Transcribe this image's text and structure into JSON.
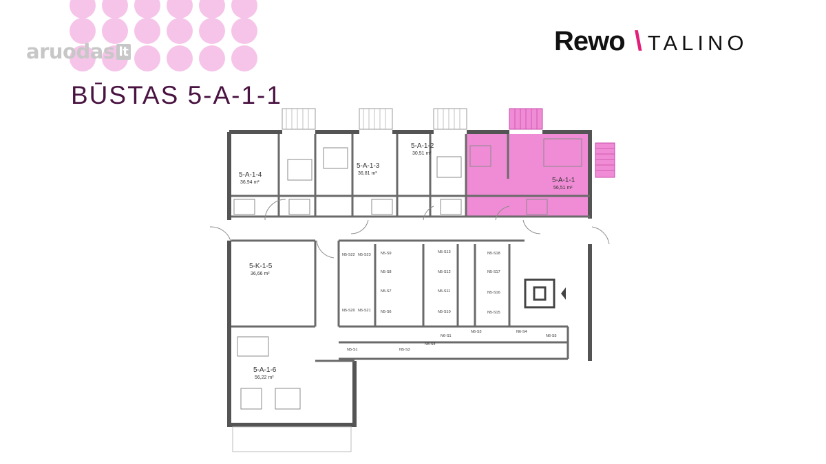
{
  "watermark": {
    "name": "aruodas",
    "suffix": "lt"
  },
  "page_title": "BŪSTAS 5-A-1-1",
  "brand": {
    "primary": "Rewo",
    "secondary": "TALINO"
  },
  "colors": {
    "highlight": "#f08cd5",
    "title": "#4a1442",
    "dot": "#f6c4e9",
    "accent": "#e0207a",
    "wall": "#545454"
  },
  "apartments": [
    {
      "id": "5-A-1-4",
      "area": "36,94 m²"
    },
    {
      "id": "5-A-1-3",
      "area": "36,81 m²"
    },
    {
      "id": "5-A-1-2",
      "area": "30,51 m²"
    },
    {
      "id": "5-A-1-1",
      "area": "56,51 m²",
      "highlighted": true
    },
    {
      "id": "5-K-1-5",
      "area": "36,66 m²"
    },
    {
      "id": "5-A-1-6",
      "area": "56,22 m²"
    }
  ],
  "storage_units": [
    "N5-S22",
    "N5-S23",
    "N5-S9",
    "N5-S8",
    "N5-S7",
    "N5-S6",
    "N5-S20",
    "N5-S21",
    "N5-S13",
    "N5-S12",
    "N5-S11",
    "N5-S10",
    "N5-S18",
    "N5-S17",
    "N5-S16",
    "N5-S15",
    "N5-S1",
    "N5-S3",
    "N5-S4",
    "N6-S1",
    "N6-S3",
    "N6-S4",
    "N6-S5"
  ]
}
